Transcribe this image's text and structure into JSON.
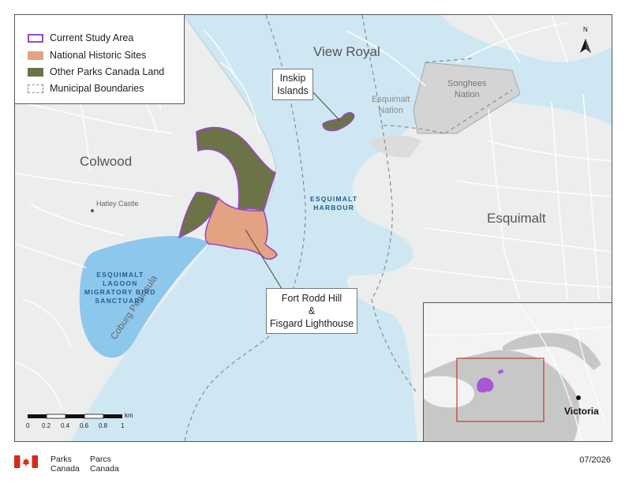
{
  "legend": {
    "study_area": "Current Study Area",
    "nhs": "National Historic Sites",
    "other_land": "Other Parks Canada Land",
    "municipal": "Municipal Boundaries"
  },
  "colors": {
    "water": "#cfe7f3",
    "land": "#eceeee",
    "lagoon": "#8ec7ec",
    "study_area_outline": "#9a48c9",
    "national_historic_site": "#e3a383",
    "other_parks_land": "#6c7347",
    "nation_land": "#d4d4d4",
    "inset_box": "#c0392b",
    "flag_red": "#d52b1e"
  },
  "places": {
    "view_royal": "View Royal",
    "colwood": "Colwood",
    "esquimalt": "Esquimalt",
    "songhees_line1": "Songhees",
    "songhees_line2": "Nation",
    "esquimalt_nation_line1": "Esquimalt",
    "esquimalt_nation_line2": "Nation",
    "hatley_castle": "Hatley Castle",
    "coburg_peninsula": "Coburg Peninsula"
  },
  "water_labels": {
    "harbour_line1": "ESQUIMALT",
    "harbour_line2": "HARBOUR",
    "lagoon_line1": "ESQUIMALT",
    "lagoon_line2": "LAGOON",
    "lagoon_line3": "MIGRATORY BIRD",
    "lagoon_line4": "SANCTUARY"
  },
  "callouts": {
    "inskip_line1": "Inskip",
    "inskip_line2": "Islands",
    "fort_line1": "Fort Rodd Hill",
    "fort_line2": "&",
    "fort_line3": "Fisgard Lighthouse"
  },
  "north_arrow": {
    "label": "N",
    "icon": "north-arrow-icon"
  },
  "scale_bar": {
    "ticks": [
      "0",
      "0.2",
      "0.4",
      "0.6",
      "0.8",
      "1"
    ],
    "unit": "km"
  },
  "inset": {
    "city": "Victoria"
  },
  "footer": {
    "parks_en_1": "Parks",
    "parks_en_2": "Canada",
    "parks_fr_1": "Parcs",
    "parks_fr_2": "Canada",
    "date": "07/2026",
    "logo_icon": "canada-flag-icon"
  }
}
